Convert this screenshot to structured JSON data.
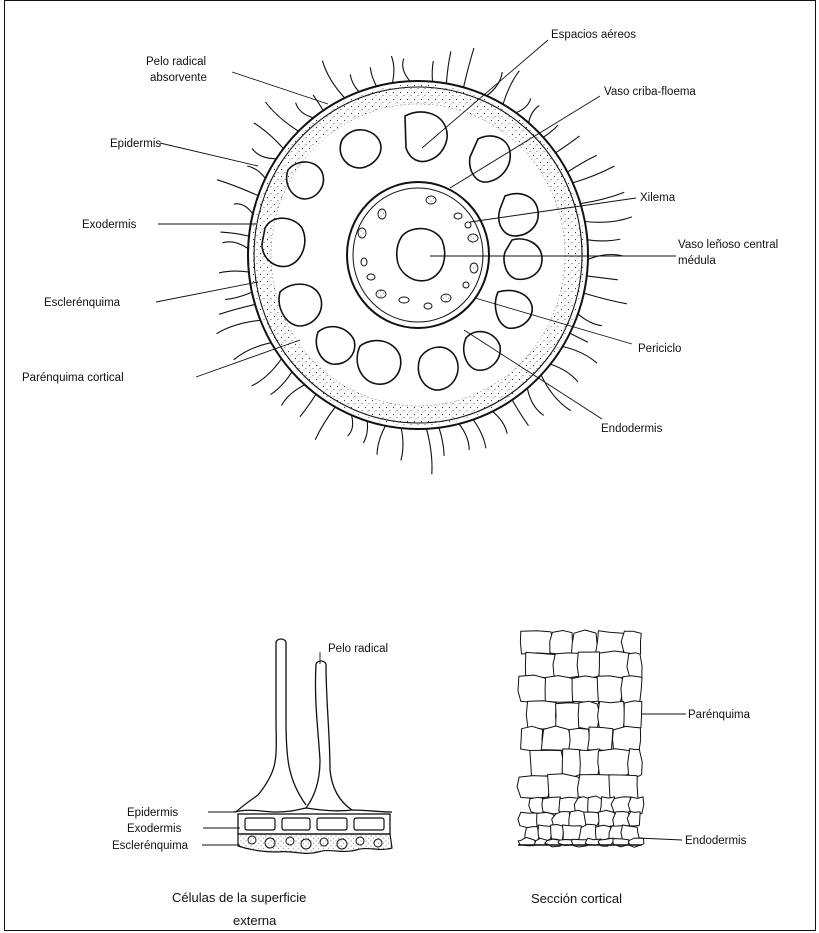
{
  "main_diagram": {
    "labels": {
      "pelo_radical_1": "Pelo radical",
      "pelo_radical_2": "absorvente",
      "espacios_aereos": "Espacios aéreos",
      "vaso_criba": "Vaso criba-floema",
      "epidermis": "Epidermis",
      "xilema": "Xilema",
      "exodermis": "Exodermis",
      "vaso_lenoso_1": "Vaso leñoso central",
      "vaso_lenoso_2": "médula",
      "esclerenquima": "Esclerénquima",
      "periciclo": "Periciclo",
      "parenquima_cortical": "Parénquima cortical",
      "endodermis": "Endodermis"
    }
  },
  "surface_cells": {
    "labels": {
      "pelo_radical": "Pelo radical",
      "epidermis": "Epidermis",
      "exodermis": "Exodermis",
      "esclerenquima": "Esclerénquima"
    },
    "caption_line1": "Células de la superficie",
    "caption_line2": "externa"
  },
  "cortical_section": {
    "labels": {
      "parenquima": "Parénquima",
      "endodermis": "Endodermis"
    },
    "caption": "Sección cortical"
  }
}
